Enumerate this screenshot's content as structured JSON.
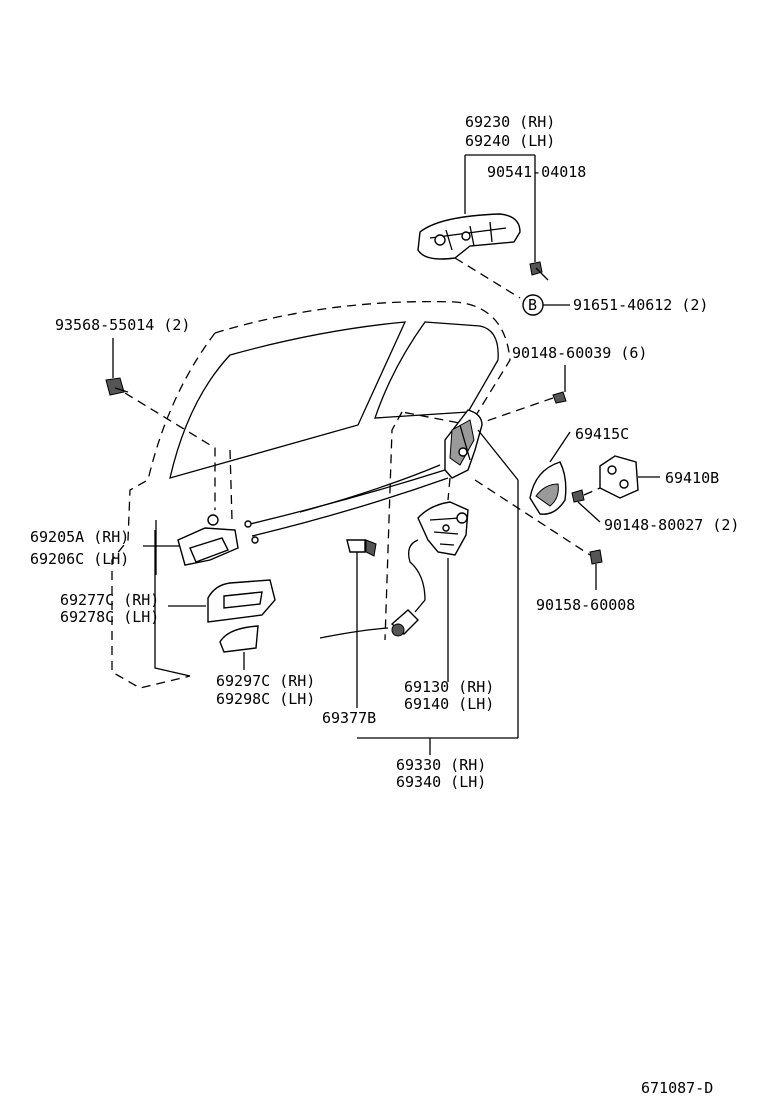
{
  "labels": {
    "p69230": "69230 (RH)",
    "p69240": "69240 (LH)",
    "p90541": "90541-04018",
    "p91651_marker": "B",
    "p91651": "91651-40612 (2)",
    "p93568": "93568-55014 (2)",
    "p90148a": "90148-60039 (6)",
    "p69415": "69415C",
    "p69410": "69410B",
    "p90148b": "90148-80027 (2)",
    "p69205": "69205A (RH)",
    "p69206": "69206C (LH)",
    "p90158": "90158-60008",
    "p69277": "69277C (RH)",
    "p69278": "69278C (LH)",
    "p69297": "69297C (RH)",
    "p69298": "69298C (LH)",
    "p69130": "69130 (RH)",
    "p69140": "69140 (LH)",
    "p69377": "69377B",
    "p69330": "69330 (RH)",
    "p69340": "69340 (LH)",
    "figure_id": "671087-D"
  }
}
